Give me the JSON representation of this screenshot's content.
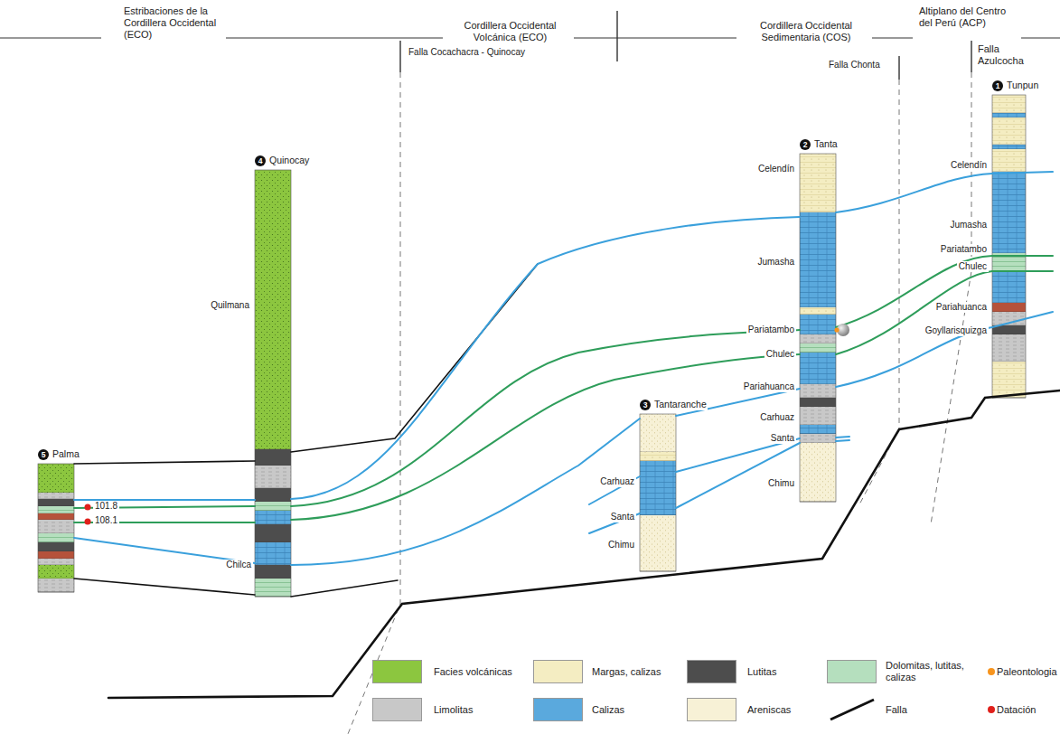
{
  "diagram": {
    "nodes": [
      {
        "text": [
          "5",
          "Palma"
        ]
      },
      {
        "text": [
          "4",
          "Quinocay"
        ]
      },
      {
        "text": [
          "3",
          "Tantaranche"
        ]
      },
      {
        "text": [
          "2",
          "Tanta"
        ]
      },
      {
        "text": [
          "1",
          "Tunpun"
        ]
      }
    ],
    "labels": [
      "Estribaciones de la Cordillera Occidental (ECO)",
      "Cordillera Occidental Volcánica (ECO)",
      "Cordillera Occidental Sedimentaria (COS)",
      "Altiplano del Centro del Perú (ACP)",
      "Falla Cocachacra - Quinocay",
      "Falla Chonta",
      "Falla Azulcocha",
      "Quilmana",
      "Chilca",
      "Carhuaz",
      "Santa",
      "Chimu",
      "Celendín",
      "Jumasha",
      "Pariatambo",
      "Chulec",
      "Pariahuanca",
      "Carhuaz",
      "Santa",
      "Chimu",
      "Celendín",
      "Jumasha",
      "Pariatambo",
      "Chulec",
      "Pariahuanca",
      "Goyllarisquizga",
      "101.8",
      "108.1"
    ],
    "legend": [
      {
        "text": "Facies volcánicas",
        "color": "#8cc63f"
      },
      {
        "text": "Margas, calizas",
        "color": "#f4edc2"
      },
      {
        "text": "Lutitas",
        "color": "#4d4d4d"
      },
      {
        "text": "Dolomitas, lutitas, calizas",
        "color": "#b5dfbe"
      },
      {
        "text": "Paleontologia",
        "color": "#f7941d"
      },
      {
        "text": "Limolitas",
        "color": "#c8c8c8"
      },
      {
        "text": "Calizas",
        "color": "#5aa9dd"
      },
      {
        "text": "Areniscas",
        "color": "#f7f1d6"
      },
      {
        "text": "Falla"
      },
      {
        "text": "Datación",
        "color": "#e0201b"
      }
    ]
  }
}
